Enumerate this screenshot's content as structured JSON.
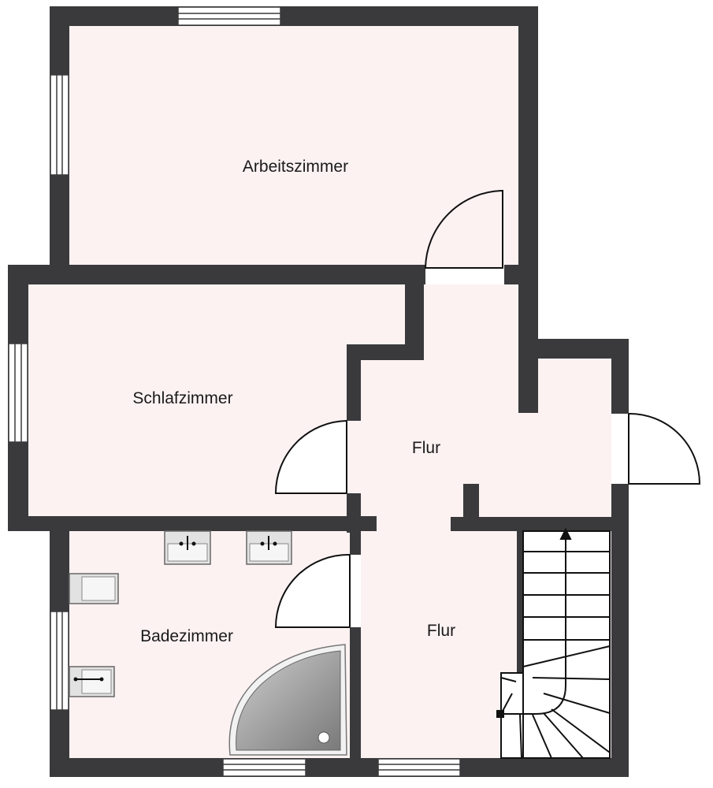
{
  "rooms": {
    "arbeitszimmer": "Arbeitszimmer",
    "schlafzimmer": "Schlafzimmer",
    "flur_upper": "Flur",
    "flur_lower": "Flur",
    "badezimmer": "Badezimmer"
  },
  "colors": {
    "wall": "#3a3a3c",
    "floor": "#fdf2f2",
    "line": "#111111",
    "window": "#ffffff",
    "fixture": "#9a9a9a"
  }
}
